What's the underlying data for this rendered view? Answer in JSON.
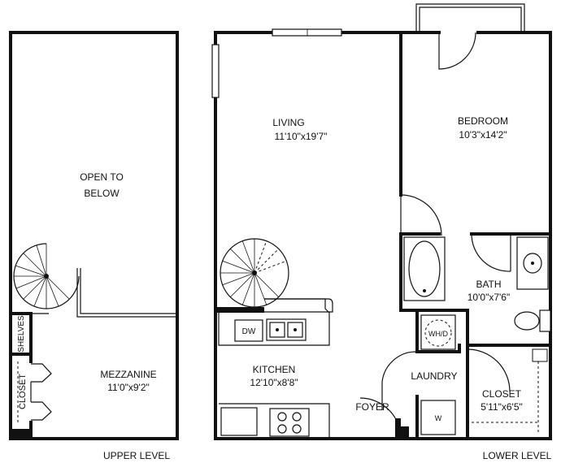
{
  "upper": {
    "title": "UPPER LEVEL",
    "open_line1": "OPEN TO",
    "open_line2": "BELOW",
    "mezzanine_name": "MEZZANINE",
    "mezzanine_dim": "11'0\"x9'2\"",
    "shelves": "SHELVES",
    "closet": "CLOSET"
  },
  "lower": {
    "title": "LOWER LEVEL",
    "living_name": "LIVING",
    "living_dim": "11'10\"x19'7\"",
    "bedroom_name": "BEDROOM",
    "bedroom_dim": "10'3\"x14'2\"",
    "bath_name": "BATH",
    "bath_dim": "10'0\"x7'6\"",
    "kitchen_name": "KITCHEN",
    "kitchen_dim": "12'10\"x8'8\"",
    "laundry": "LAUNDRY",
    "foyer": "FOYER",
    "closet_name": "CLOSET",
    "closet_dim": "5'11\"x6'5\"",
    "dw": "DW",
    "whd": "WH/D",
    "w": "W"
  }
}
